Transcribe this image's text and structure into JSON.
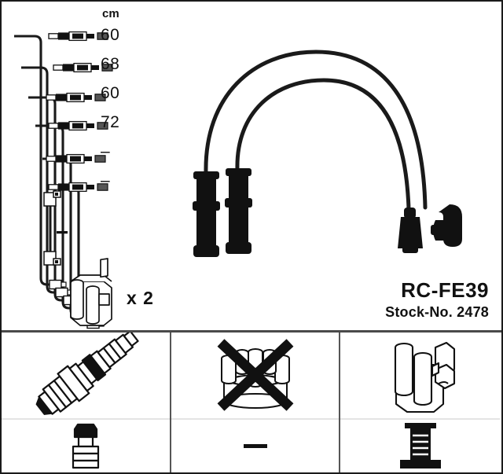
{
  "product": {
    "code": "RC-FE39",
    "stock_label": "Stock-No. 2478"
  },
  "measurements": {
    "unit_header": "cm",
    "rows": [
      {
        "index": 1,
        "value": "60",
        "type": "length"
      },
      {
        "index": 2,
        "value": "68",
        "type": "length"
      },
      {
        "index": 3,
        "value": "60",
        "type": "length"
      },
      {
        "index": 4,
        "value": "72",
        "type": "length"
      },
      {
        "index": 5,
        "value": "–",
        "type": "not-specified"
      },
      {
        "index": 6,
        "value": "–",
        "type": "not-specified"
      }
    ]
  },
  "quantity": {
    "label": "x 2",
    "applies_to": "ignition-coil"
  },
  "accessory_cable": {
    "length_label": "–"
  },
  "icon_grid": {
    "columns": [
      {
        "id": "spark-plug-column",
        "top_icon": "spark-plug-icon",
        "top_included": true,
        "bottom_icon": "spark-plug-connector-boot-icon",
        "bottom_included": true,
        "bottom_label": ""
      },
      {
        "id": "distributor-cap-column",
        "top_icon": "distributor-cap-icon",
        "top_included": false,
        "bottom_icon": "dash-mark",
        "bottom_included": false,
        "bottom_label": "–"
      },
      {
        "id": "ignition-coil-column",
        "top_icon": "ignition-coil-icon",
        "top_included": true,
        "bottom_icon": "coil-terminal-icon",
        "bottom_included": true,
        "bottom_label": ""
      }
    ]
  },
  "colors": {
    "cable": "#1a1a1a",
    "outline": "#1a1a1a",
    "text": "#111111",
    "border": "#4a4a4a",
    "divider": "#e4e4e4",
    "background": "#ffffff"
  }
}
